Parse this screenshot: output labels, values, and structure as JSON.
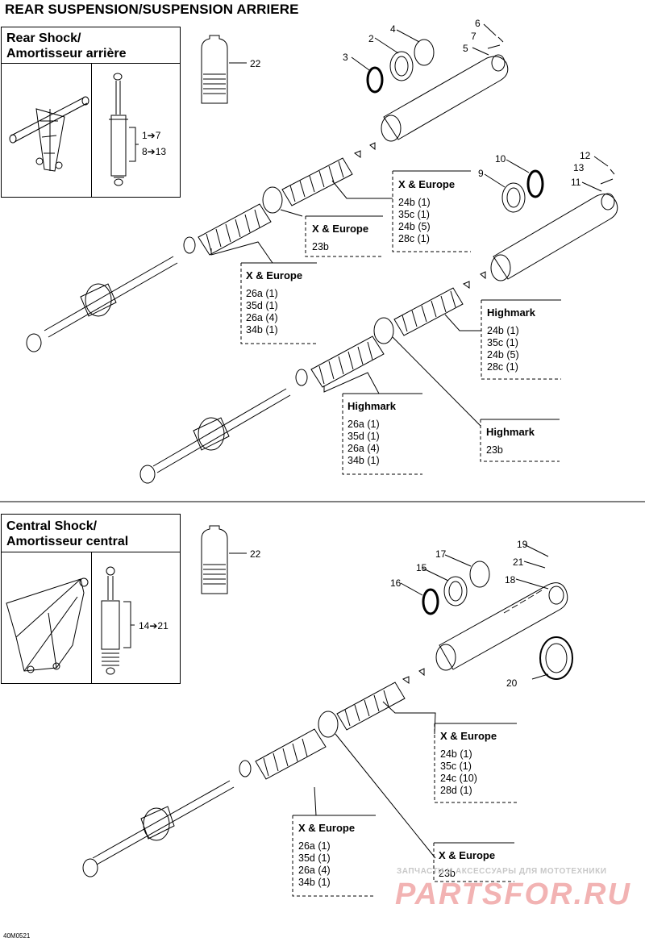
{
  "header": {
    "title": "REAR SUSPENSION/SUSPENSION ARRIERE"
  },
  "rear": {
    "title_line1": "Rear Shock/",
    "title_line2": "Amortisseur arrière",
    "ref1": "1➔7",
    "ref2": "8➔13"
  },
  "central": {
    "title_line1": "Central Shock/",
    "title_line2": "Amortisseur central",
    "ref1": "14➔21"
  },
  "part_numbers": {
    "n22a": "22",
    "n2": "2",
    "n3": "3",
    "n4": "4",
    "n5": "5",
    "n6": "6",
    "n7": "7",
    "n9": "9",
    "n10": "10",
    "n11": "11",
    "n12": "12",
    "n13": "13",
    "n22b": "22",
    "n15": "15",
    "n16": "16",
    "n17": "17",
    "n18": "18",
    "n19": "19",
    "n20": "20",
    "n21": "21"
  },
  "callouts": {
    "c1": {
      "title": "X & Europe",
      "lines": [
        "24b (1)",
        "35c (1)",
        "24b (5)",
        "28c (1)"
      ]
    },
    "c2": {
      "title": "X & Europe",
      "lines": [
        "23b"
      ]
    },
    "c3": {
      "title": "X & Europe",
      "lines": [
        "26a (1)",
        "35d (1)",
        "26a (4)",
        "34b (1)"
      ]
    },
    "c4": {
      "title": "Highmark",
      "lines": [
        "24b (1)",
        "35c (1)",
        "24b (5)",
        "28c (1)"
      ]
    },
    "c5": {
      "title": "Highmark",
      "lines": [
        "26a (1)",
        "35d (1)",
        "26a (4)",
        "34b (1)"
      ]
    },
    "c6": {
      "title": "Highmark",
      "lines": [
        "23b"
      ]
    },
    "c7": {
      "title": "X & Europe",
      "lines": [
        "24b (1)",
        "35c (1)",
        "24c (10)",
        "28d (1)"
      ]
    },
    "c8": {
      "title": "X & Europe",
      "lines": [
        "26a (1)",
        "35d (1)",
        "26a (4)",
        "34b (1)"
      ]
    },
    "c9": {
      "title": "X & Europe",
      "lines": [
        "23b"
      ]
    }
  },
  "watermark": {
    "line1": "ЗАПЧАСТИ И АКСЕССУАРЫ ДЛЯ МОТОТЕХНИКИ",
    "line2": "PARTSFOR.RU"
  },
  "drawing_code": "40M0521"
}
